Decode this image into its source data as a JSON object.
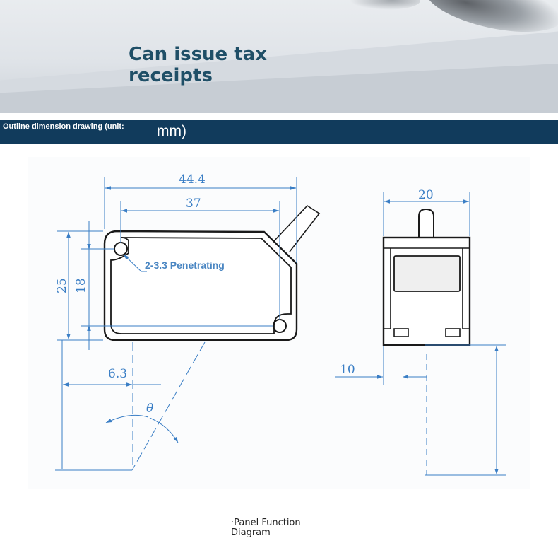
{
  "banner": {
    "title": "Can issue tax receipts"
  },
  "section": {
    "heading_small": "Outline dimension drawing (unit:",
    "heading_unit": "mm)"
  },
  "drawing": {
    "dims": {
      "width_overall": "44.4",
      "hole_pitch_x": "37",
      "height_overall": "25",
      "hole_pitch_y": "18",
      "offset_bottom": "6.3",
      "angle": "θ",
      "side_width": "20",
      "side_offset": "10"
    },
    "hole_note": "2-3.3 Penetrating"
  },
  "caption": "·Panel Function Diagram",
  "colors": {
    "dimension_blue": "#3a7ec5",
    "outline": "#1a1a1a",
    "header_bar": "#113b5c",
    "banner_text": "#1f4f67"
  }
}
